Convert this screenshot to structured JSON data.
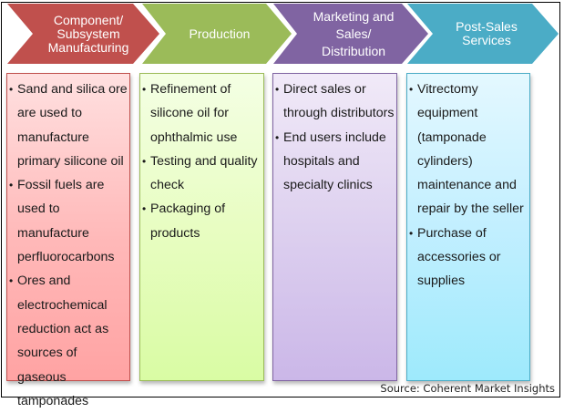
{
  "diagram": {
    "type": "value-chain",
    "stages": [
      {
        "title": "Component/\nSubsystem\nManufacturing",
        "color": "#c0504d",
        "bullets": [
          "Sand and silica ore are used to manufacture primary silicone oil",
          "Fossil fuels are used to manufacture perfluorocarbons",
          "Ores and electrochemical reduction act as sources of gaseous tamponades"
        ]
      },
      {
        "title": "Production",
        "color": "#9bbb59",
        "bullets": [
          "Refinement of silicone oil for ophthalmic use",
          "Testing and quality check",
          "Packaging of products"
        ]
      },
      {
        "title": "Marketing and\nSales/\nDistribution",
        "color": "#8064a2",
        "bullets": [
          "Direct sales or through distributors",
          "End users include hospitals and specialty clinics"
        ]
      },
      {
        "title": "Post-Sales\nServices",
        "color": "#4bacc6",
        "bullets": [
          "Vitrectomy equipment (tamponade cylinders) maintenance and repair by the seller",
          "Purchase of accessories or supplies"
        ]
      }
    ],
    "source": "Source: Coherent Market Insights"
  }
}
